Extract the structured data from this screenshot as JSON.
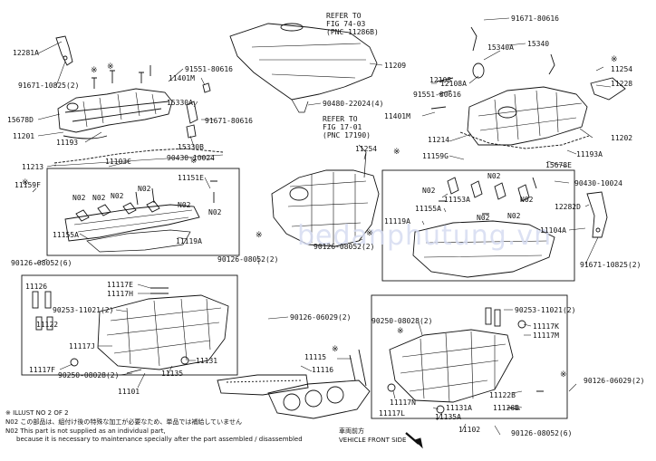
{
  "refer": {
    "r1": [
      "REFER TO",
      "FIG 74-03",
      "(PNC 11286B)"
    ],
    "r2": [
      "REFER TO",
      "FIG 17-01",
      "(PNC 17190)"
    ]
  },
  "labels": {
    "p12281A": "12281A",
    "p91671_10825_a": "91671-10825(2)",
    "p91551_80616_a": "91551-80616",
    "p11401M_a": "11401M",
    "p15678D": "15678D",
    "p11201": "11201",
    "p11193": "11193",
    "p15330A": "15330A",
    "p91671_80616_a": "91671-80616",
    "p15330B": "15330B",
    "p11213": "11213",
    "p11103C": "11103C",
    "p90430_10024_a": "90430-10024",
    "p11159F": "11159F",
    "p11151E": "11151E",
    "n02_a": "N02",
    "n02_b": "N02",
    "n02_c": "N02",
    "n02_d": "N02",
    "n02_e": "N02",
    "p11155A_a": "11155A",
    "p11119A_a": "11119A",
    "p90126_08052_6a": "90126-08052(6)",
    "p11126": "11126",
    "p11122": "11122",
    "p11117E": "11117E",
    "p11117H": "11117H",
    "p90253_11021_2a": "90253-11021(2)",
    "p11117J": "11117J",
    "p11117F": "11117F",
    "p90250_08028_2a": "90250-08028(2)",
    "p11131": "11131",
    "p11135": "11135",
    "p11101": "11101",
    "p11209": "11209",
    "p90480_22024": "90480-22024(4)",
    "p11254": "11254",
    "p90126_08052_2a": "90126-08052(2)",
    "p90126_08052_2b": "90126-08052(2)",
    "p90126_06029_2a": "90126-06029(2)",
    "p11115": "11115",
    "p11116": "11116",
    "p91671_80616_b": "91671-80616",
    "p15340A": "15340A",
    "p15340": "15340",
    "p12108": "12108",
    "p12108A": "12108A",
    "p91551_80616_b": "91551-80616",
    "p11401M_b": "11401M",
    "p11254_b": "11254",
    "p11228": "11228",
    "p11202": "11202",
    "p11214": "11214",
    "p11193A": "11193A",
    "p11159G": "11159G",
    "p15678E": "15678E",
    "n02_f": "N02",
    "n02_g": "N02",
    "n02_h": "N02",
    "n02_i": "N02",
    "n02_j": "N02",
    "p11153A": "11153A",
    "p11155A_b": "11155A",
    "p11119A_b": "11119A",
    "p90430_10024_b": "90430-10024",
    "p12282D": "12282D",
    "p11104A": "11104A",
    "p91671_10825_b": "91671-10825(2)",
    "p90253_11021_2b": "90253-11021(2)",
    "p90250_08028_2b": "90250-08028(2)",
    "p11117K": "11117K",
    "p11117M": "11117M",
    "p11117N": "11117N",
    "p11117L": "11117L",
    "p11131A": "11131A",
    "p11135A": "11135A",
    "p11122B": "11122B",
    "p11126B": "11126B",
    "p90126_06029_2b": "90126-06029(2)",
    "p11102": "11102",
    "p90126_08052_6b": "90126-08052(6)"
  },
  "notes": {
    "illust": "※  ILLUST NO 2 OF 2",
    "n02_jp": "N02 この部品は、組付け後の特殊な加工が必要なため、単品では補給していません",
    "n02_en1": "N02 This part is not supplied as an individual part,",
    "n02_en2": "because it is necessary to maintenance specially after the part assembled / disassembled",
    "front_jp": "車両前方",
    "front_en": "VEHICLE FRONT SIDE"
  },
  "star_symbol": "※",
  "watermark": "bedanphutung.vn"
}
